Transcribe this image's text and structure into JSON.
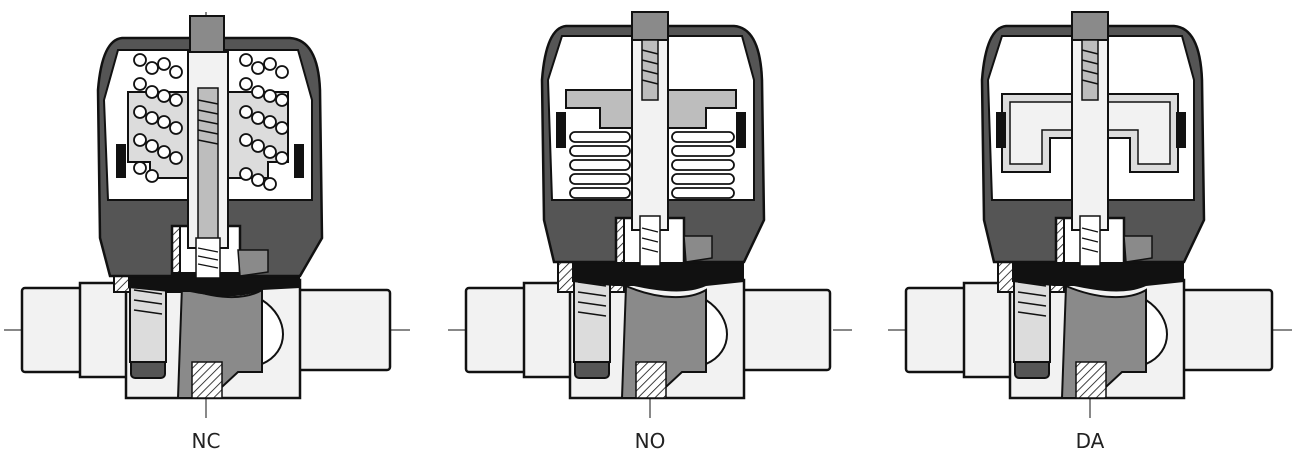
{
  "valves": [
    {
      "label": "NC",
      "spring": "upper"
    },
    {
      "label": "NO",
      "spring": "lower"
    },
    {
      "label": "DA",
      "spring": "none"
    }
  ],
  "colors": {
    "ink": "#111111",
    "dark_gray": "#555555",
    "mid_gray": "#8a8a8a",
    "light_gray": "#bdbdbd",
    "pale_gray": "#dcdcdc",
    "body_fill": "#f2f2f2",
    "white": "#ffffff"
  }
}
